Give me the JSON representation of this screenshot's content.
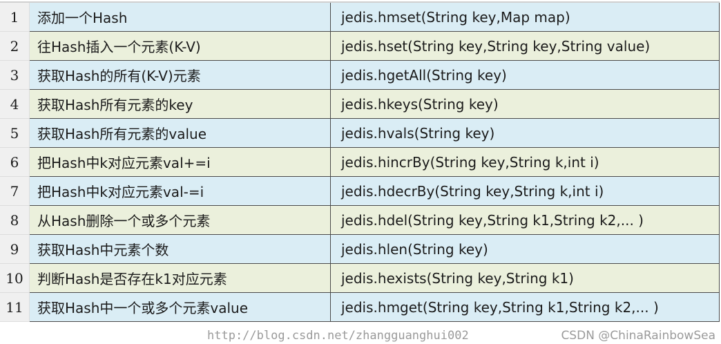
{
  "rows": [
    {
      "num": "1",
      "desc": "添加一个Hash",
      "method": "jedis.hmset(String key,Map map)"
    },
    {
      "num": "2",
      "desc": "往Hash插入一个元素(K-V)",
      "method": "jedis.hset(String key,String key,String value)"
    },
    {
      "num": "3",
      "desc": "获取Hash的所有(K-V)元素",
      "method": "jedis.hgetAll(String key)"
    },
    {
      "num": "4",
      "desc": "获取Hash所有元素的key",
      "method": "jedis.hkeys(String key)"
    },
    {
      "num": "5",
      "desc": "获取Hash所有元素的value",
      "method": "jedis.hvals(String key)"
    },
    {
      "num": "6",
      "desc": "把Hash中k对应元素val+=i",
      "method": "jedis.hincrBy(String key,String k,int i)"
    },
    {
      "num": "7",
      "desc": "把Hash中k对应元素val-=i",
      "method": "jedis.hdecrBy(String key,String k,int i)"
    },
    {
      "num": "8",
      "desc": "从Hash删除一个或多个元素",
      "method": "jedis.hdel(String key,String k1,String k2,... )"
    },
    {
      "num": "9",
      "desc": "获取Hash中元素个数",
      "method": "jedis.hlen(String key)"
    },
    {
      "num": "10",
      "desc": "判断Hash是否存在k1对应元素",
      "method": "jedis.hexists(String key,String k1)"
    },
    {
      "num": "11",
      "desc": "获取Hash中一个或多个元素value",
      "method": "jedis.hmget(String key,String k1,String k2,... )"
    }
  ],
  "watermarks": {
    "blog": "http://blog.csdn.net/zhangguanghui002",
    "csdn": "CSDN @ChinaRainbowSea"
  },
  "colors": {
    "odd_row": "#daedf5",
    "even_row": "#ebf0dc",
    "border": "#4a4a4a"
  }
}
